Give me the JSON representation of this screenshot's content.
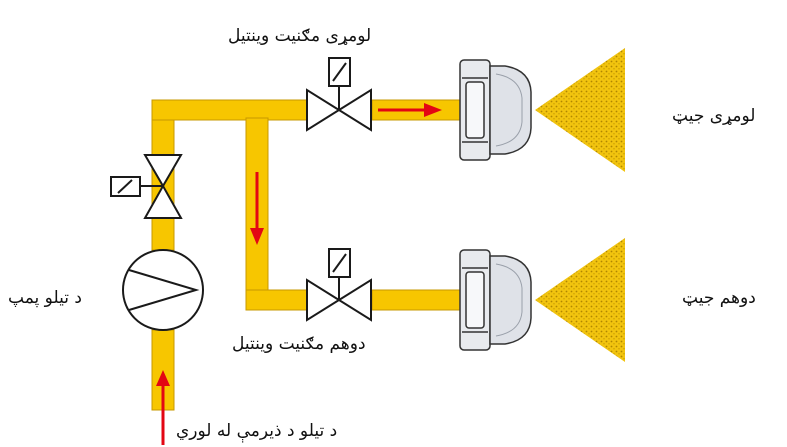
{
  "labels": {
    "valve1": "لومړی مګنیت وینتیل",
    "valve2": "دوهم مګنیت وینتیل",
    "jet1": "لومړی جیټ",
    "jet2": "دوهم جیټ",
    "pump": "د تیلو پمپ",
    "source": "د تیلو د ذیرمې له لوري"
  },
  "colors": {
    "pipe": "#f7c600",
    "pipe_edge": "#c79800",
    "arrow": "#e30613",
    "spray": "#f2c40f",
    "nozzle": "#dfe2e8",
    "outline": "#1a1a1a"
  },
  "icons": [
    "pump-icon",
    "solenoid-valve-icon",
    "nozzle-icon",
    "spray-cone-icon",
    "flow-arrow-icon"
  ]
}
